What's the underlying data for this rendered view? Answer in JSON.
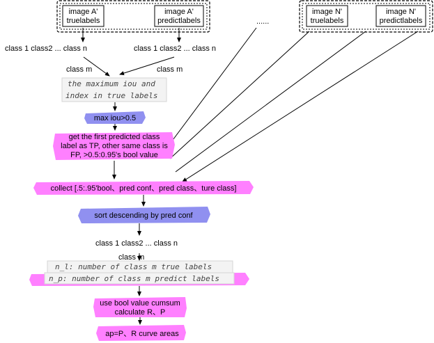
{
  "colors": {
    "pink": "#ff80ff",
    "purple": "#9090f0",
    "note_bg": "#f3f3f3",
    "ink": "#000000"
  },
  "top": {
    "group_a_true": [
      "image A'",
      "truelabels"
    ],
    "group_a_pred": [
      "image A'",
      "predictlabels"
    ],
    "ellipsis": "......",
    "group_n_true": [
      "image N'",
      "truelabels"
    ],
    "group_n_pred": [
      "image N'",
      "predictlabels"
    ]
  },
  "labels": {
    "classes_left": "class 1 class2 ... class n",
    "classes_right": "class 1 class2 ... class n",
    "class_m_left": "class m",
    "class_m_right": "class m",
    "classes_mid": "class 1 class2 ... class n",
    "class_m_mid": "class m"
  },
  "steps": {
    "max_iou_note": [
      "the maximum iou and",
      "index in true labels"
    ],
    "threshold": "max iou>0.5",
    "tp_rule": [
      "get the first predicted class",
      "label as TP, other same class is",
      "FP, >0.5:0.95's bool value"
    ],
    "collect": "collect [.5:.95'bool、pred conf、pred class、ture class]",
    "sort": "sort descending by pred conf",
    "counts_note": [
      "n_l: number of class m true labels",
      "n_p: number of class m predict labels"
    ],
    "cumsum": [
      "use bool value cumsum",
      "calculate R、P"
    ],
    "ap": "ap=P、R curve areas"
  }
}
